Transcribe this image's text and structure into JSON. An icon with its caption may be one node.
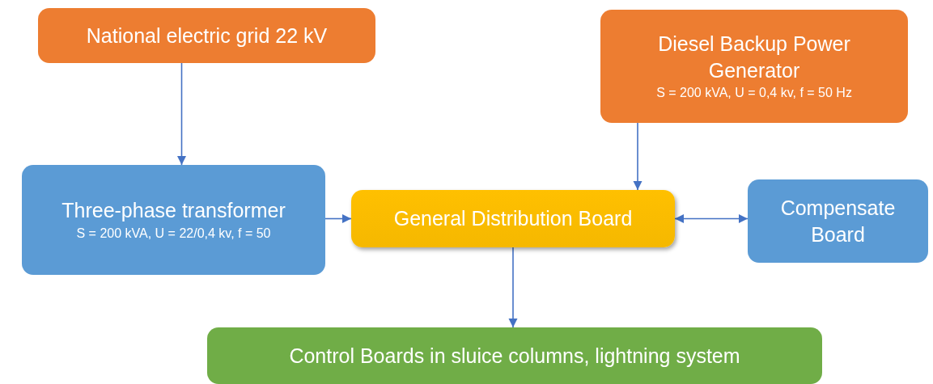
{
  "diagram": {
    "nodes": [
      {
        "text": [
          "National electric grid 22 kV"
        ]
      },
      {
        "text": [
          "Diesel Backup Power Generator",
          "S = 200 kVA, U = 0,4 kv, f = 50 Hz"
        ]
      },
      {
        "text": [
          "Three-phase transformer",
          "S = 200 kVA, U = 22/0,4 kv, f = 50"
        ]
      },
      {
        "text": [
          "General Distribution Board"
        ]
      },
      {
        "text": [
          "Compensate Board"
        ]
      },
      {
        "text": [
          "Control Boards in sluice columns, lightning system"
        ]
      }
    ],
    "edges": [
      {
        "from": 0,
        "to": 2,
        "arrow": "to"
      },
      {
        "from": 1,
        "to": 3,
        "arrow": "to"
      },
      {
        "from": 2,
        "to": 3,
        "arrow": "to"
      },
      {
        "from": 3,
        "to": 4,
        "arrow": "both"
      },
      {
        "from": 3,
        "to": 5,
        "arrow": "to"
      }
    ]
  }
}
